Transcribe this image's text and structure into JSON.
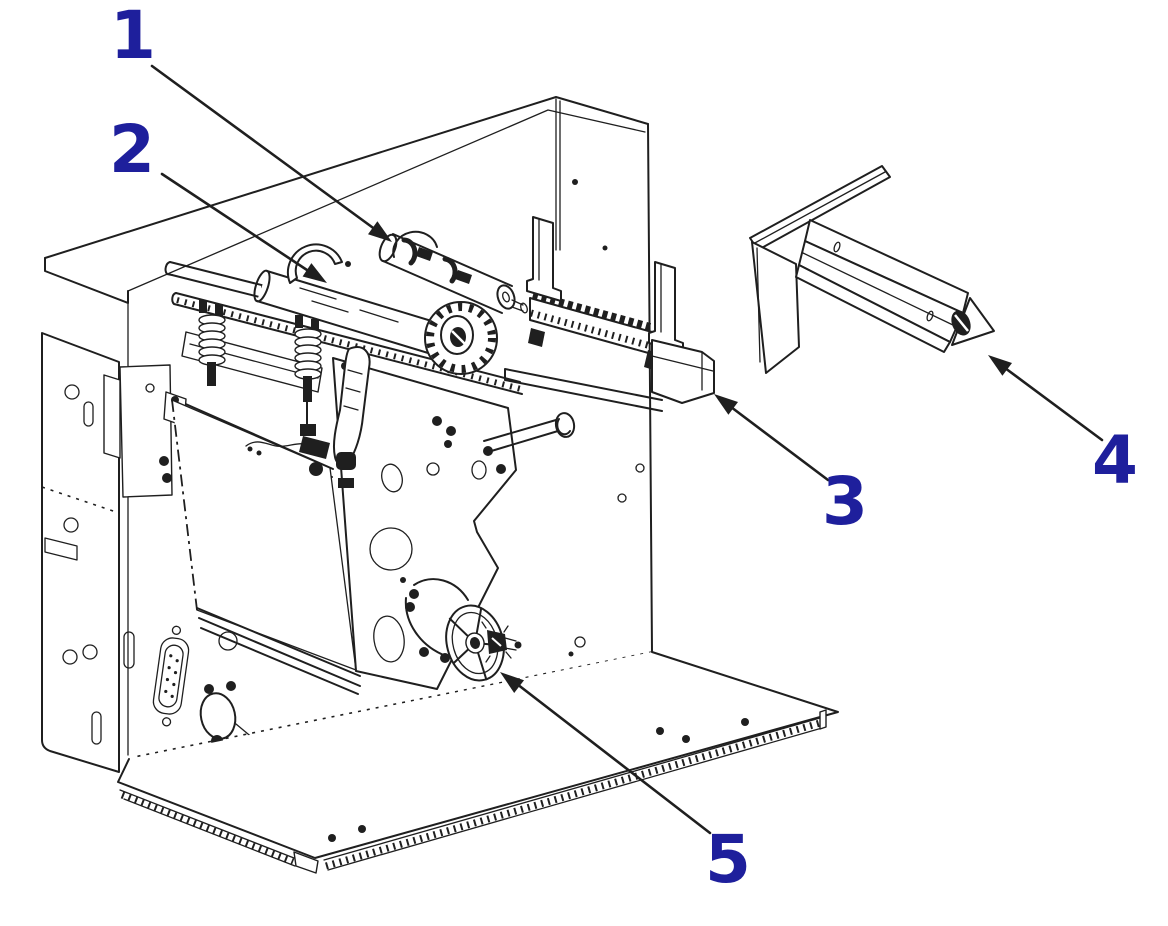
{
  "figure": {
    "background": "#ffffff",
    "line_color": "#1f1f1f",
    "callout_color": "#1e1f9c",
    "callouts": [
      {
        "label": "1"
      },
      {
        "label": "2"
      },
      {
        "label": "3"
      },
      {
        "label": "4"
      },
      {
        "label": "5"
      }
    ]
  }
}
